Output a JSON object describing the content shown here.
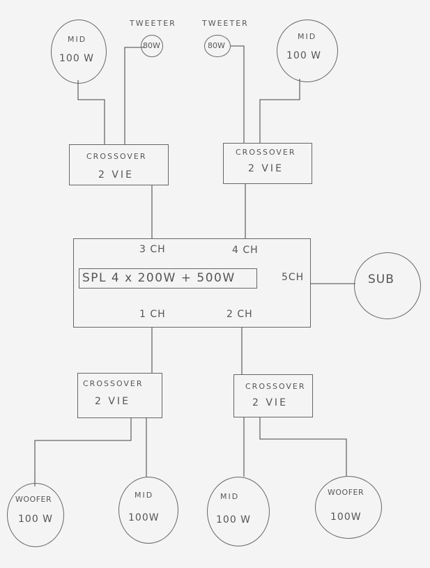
{
  "speakers": {
    "mid_top_left": {
      "label": "MID",
      "power": "100 W"
    },
    "tweeter_left": {
      "label": "TWEETER",
      "power": "80W"
    },
    "tweeter_right": {
      "label": "TWEETER",
      "power": "80W"
    },
    "mid_top_right": {
      "label": "MID",
      "power": "100 W"
    },
    "sub": {
      "label": "SUB"
    },
    "woofer_bottom_left": {
      "label": "WOOFER",
      "power": "100 W"
    },
    "mid_bottom_left": {
      "label": "MID",
      "power": "100W"
    },
    "mid_bottom_right": {
      "label": "MID",
      "power": "100 W"
    },
    "woofer_bottom_right": {
      "label": "WOOFER",
      "power": "100W"
    }
  },
  "crossovers": {
    "top_left": {
      "title": "CROSSOVER",
      "ways": "2 VIE"
    },
    "top_right": {
      "title": "CROSSOVER",
      "ways": "2 VIE"
    },
    "bottom_left": {
      "title": "CROSSOVER",
      "ways": "2 VIE"
    },
    "bottom_right": {
      "title": "CROSSOVER",
      "ways": "2 VIE"
    }
  },
  "amplifier": {
    "model": "SPL  4 x 200W + 500W",
    "ch1": "1 CH",
    "ch2": "2 CH",
    "ch3": "3 CH",
    "ch4": "4 CH",
    "ch5": "5CH"
  }
}
